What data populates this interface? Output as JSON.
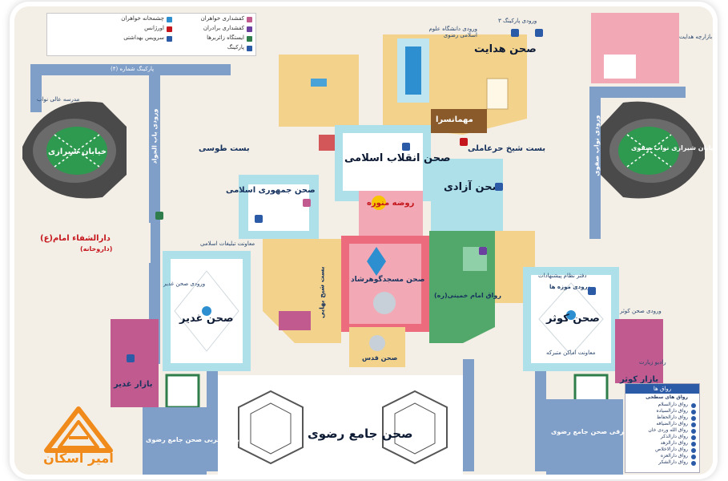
{
  "colors": {
    "background": "#f4efe6",
    "road": "#7f9ec8",
    "road_edge": "#5a7db0",
    "sahn_blue": "#aee0ea",
    "gold": "#f3d38c",
    "pink": "#f2a9b5",
    "rose": "#e8d4d8",
    "green": "#52a86a",
    "dark_green": "#2e7d4b",
    "brown": "#8b5a2b",
    "mauve": "#c05a8f",
    "blue_dome": "#2d8fd0",
    "logo_orange": "#f08a1a"
  },
  "labels": {
    "sahn_hedayat": "صحن هدایت",
    "mehmansara": "مهمانسرا",
    "bast_tousi": "بست طوسی",
    "sahn_enghelab": "صحن انقلاب اسلامی",
    "bast_sheikh_horr": "بست شیخ حرعاملی",
    "sahn_jomhouri": "صحن جمهوری اسلامی",
    "sahn_azadi": "صحن آزادی",
    "rowzeh_monavvareh": "روضه منوره",
    "dar_al_shafa": "دارالشفاء امام(ع)",
    "daroukhaneh": "(داروخانه)",
    "masjed_gohar_shad": "صحن مسجدگوهرشاد",
    "ravagh_imam_khomeini": "رواق امام خمینی(ره)",
    "sahn_ghadir": "صحن غدیر",
    "sahn_kowsar": "صحن کوثر",
    "sahn_ghods": "صحن قدس",
    "bazar_ghadir": "بازار غدیر",
    "bazar_kowsar": "بازار کوثر",
    "sahn_jame_razavi": "صحن جامع رضوی",
    "bast_gharbi": "بست غربی صحن جامع رضوی",
    "bast_sharghi": "بست شرقی صحن جامع رضوی",
    "khiaban_shirazi": "خیابان شیرازی",
    "khiaban_shirazi_right": "خیابان شیرازی نواب صفوی",
    "navab_safavi": "ورودی نواب صفوی",
    "bab_al_javad": "ورودی باب الجواد",
    "bast_sheikh_bahaei": "بست شیخ بهایی",
    "vorudi_sahn_ghadir": "ورودی صحن غدیر",
    "vorudi_sahn_kowsar": "ورودی صحن کوثر",
    "daftar_pishnahadat": "دفتر نظام پیشنهادات",
    "vorudi_muzeh": "ورودی موزه ها",
    "vorudi_parking_3": "ورودی پارکینگ ۳",
    "vorudi_daneshgah": "ورودی دانشگاه علوم اسلامی رضوی",
    "bazarcheh_hedayat": "بازارچه هدایت",
    "parking_4": "پارکینگ شماره (۴)",
    "madreseh_navvab": "مدرسه عالی نواب",
    "moavenat_tablighat": "معاونت تبلیغات اسلامی",
    "moavenat_amaken": "معاونت اماکن متبرکه",
    "radio_ziarat": "رادیو زیارت",
    "ravaghha": "رواق ها"
  },
  "legend": {
    "items": [
      {
        "label": "کفشداری خواهران",
        "color": "#c05a8f"
      },
      {
        "label": "کفشداری برادران",
        "color": "#6a3fa0"
      },
      {
        "label": "ایستگاه زائربرها",
        "color": "#2e7d4b"
      },
      {
        "label": "چشمخانه خواهران",
        "color": "#2d8fd0"
      },
      {
        "label": "اورژانس",
        "color": "#c4161c"
      },
      {
        "label": "سرویس بهداشتی",
        "color": "#2b5aa6"
      },
      {
        "label": "پارکینگ",
        "color": "#2b5aa6"
      }
    ]
  },
  "ravagh_legend": {
    "title": "رواق ها",
    "subtitle": "رواق های سطحی",
    "items": [
      "رواق دارالسلام",
      "رواق دارالسیاده",
      "رواق دارالحفاظ",
      "رواق دارالضیافه",
      "رواق الله وردی خان",
      "رواق دارالذکر",
      "رواق دارالزهد",
      "رواق دارالاخلاص",
      "رواق دارالعزه",
      "رواق دارالشکر"
    ]
  },
  "logo": {
    "text": "امیر اسکان"
  }
}
